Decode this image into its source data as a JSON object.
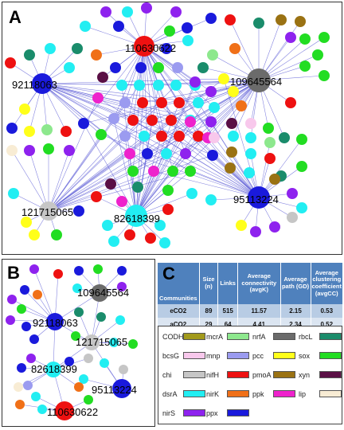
{
  "panels": {
    "a": "A",
    "b": "B",
    "c": "C"
  },
  "panel_a_hubs": [
    "110630622",
    "92118063",
    "109645564",
    "121715065",
    "82618399",
    "95113224"
  ],
  "panel_b_hubs": [
    "109645564",
    "92118063",
    "121715065",
    "82618399",
    "95113224",
    "110630622"
  ],
  "table": {
    "headers": [
      "Communities",
      "Size (n)",
      "Links",
      "Average connectivity (avgK)",
      "Average path (GD)",
      "Average clustering coefficient (avgCC)"
    ],
    "rows": [
      [
        "eCO2",
        "89",
        "515",
        "11.57",
        "2.15",
        "0.53"
      ],
      [
        "aCO2",
        "29",
        "64",
        "4.41",
        "2.34",
        "0.52"
      ]
    ]
  },
  "legend": [
    {
      "name": "CODH",
      "color": "#a29a1b"
    },
    {
      "name": "mcrA",
      "color": "#8de88d"
    },
    {
      "name": "nrfA",
      "color": "#6b6b6b"
    },
    {
      "name": "rbcL",
      "color": "#1a8c6b"
    },
    {
      "name": "bcsG",
      "color": "#f8c8ec"
    },
    {
      "name": "mnp",
      "color": "#9b9bf0"
    },
    {
      "name": "pcc",
      "color": "#ffff1a"
    },
    {
      "name": "sox",
      "color": "#22dd22"
    },
    {
      "name": "chi",
      "color": "#c6c6c6"
    },
    {
      "name": "nifH",
      "color": "#ee1111"
    },
    {
      "name": "pmoA",
      "color": "#9a7213"
    },
    {
      "name": "xyn",
      "color": "#5a0f45"
    },
    {
      "name": "dsrA",
      "color": "#22eef2"
    },
    {
      "name": "nirK",
      "color": "#f07018"
    },
    {
      "name": "ppk",
      "color": "#ee22cc"
    },
    {
      "name": "lip",
      "color": "#f8ecd4"
    },
    {
      "name": "nirS",
      "color": "#8e22ee"
    },
    {
      "name": "ppx",
      "color": "#1a1adc"
    }
  ]
}
